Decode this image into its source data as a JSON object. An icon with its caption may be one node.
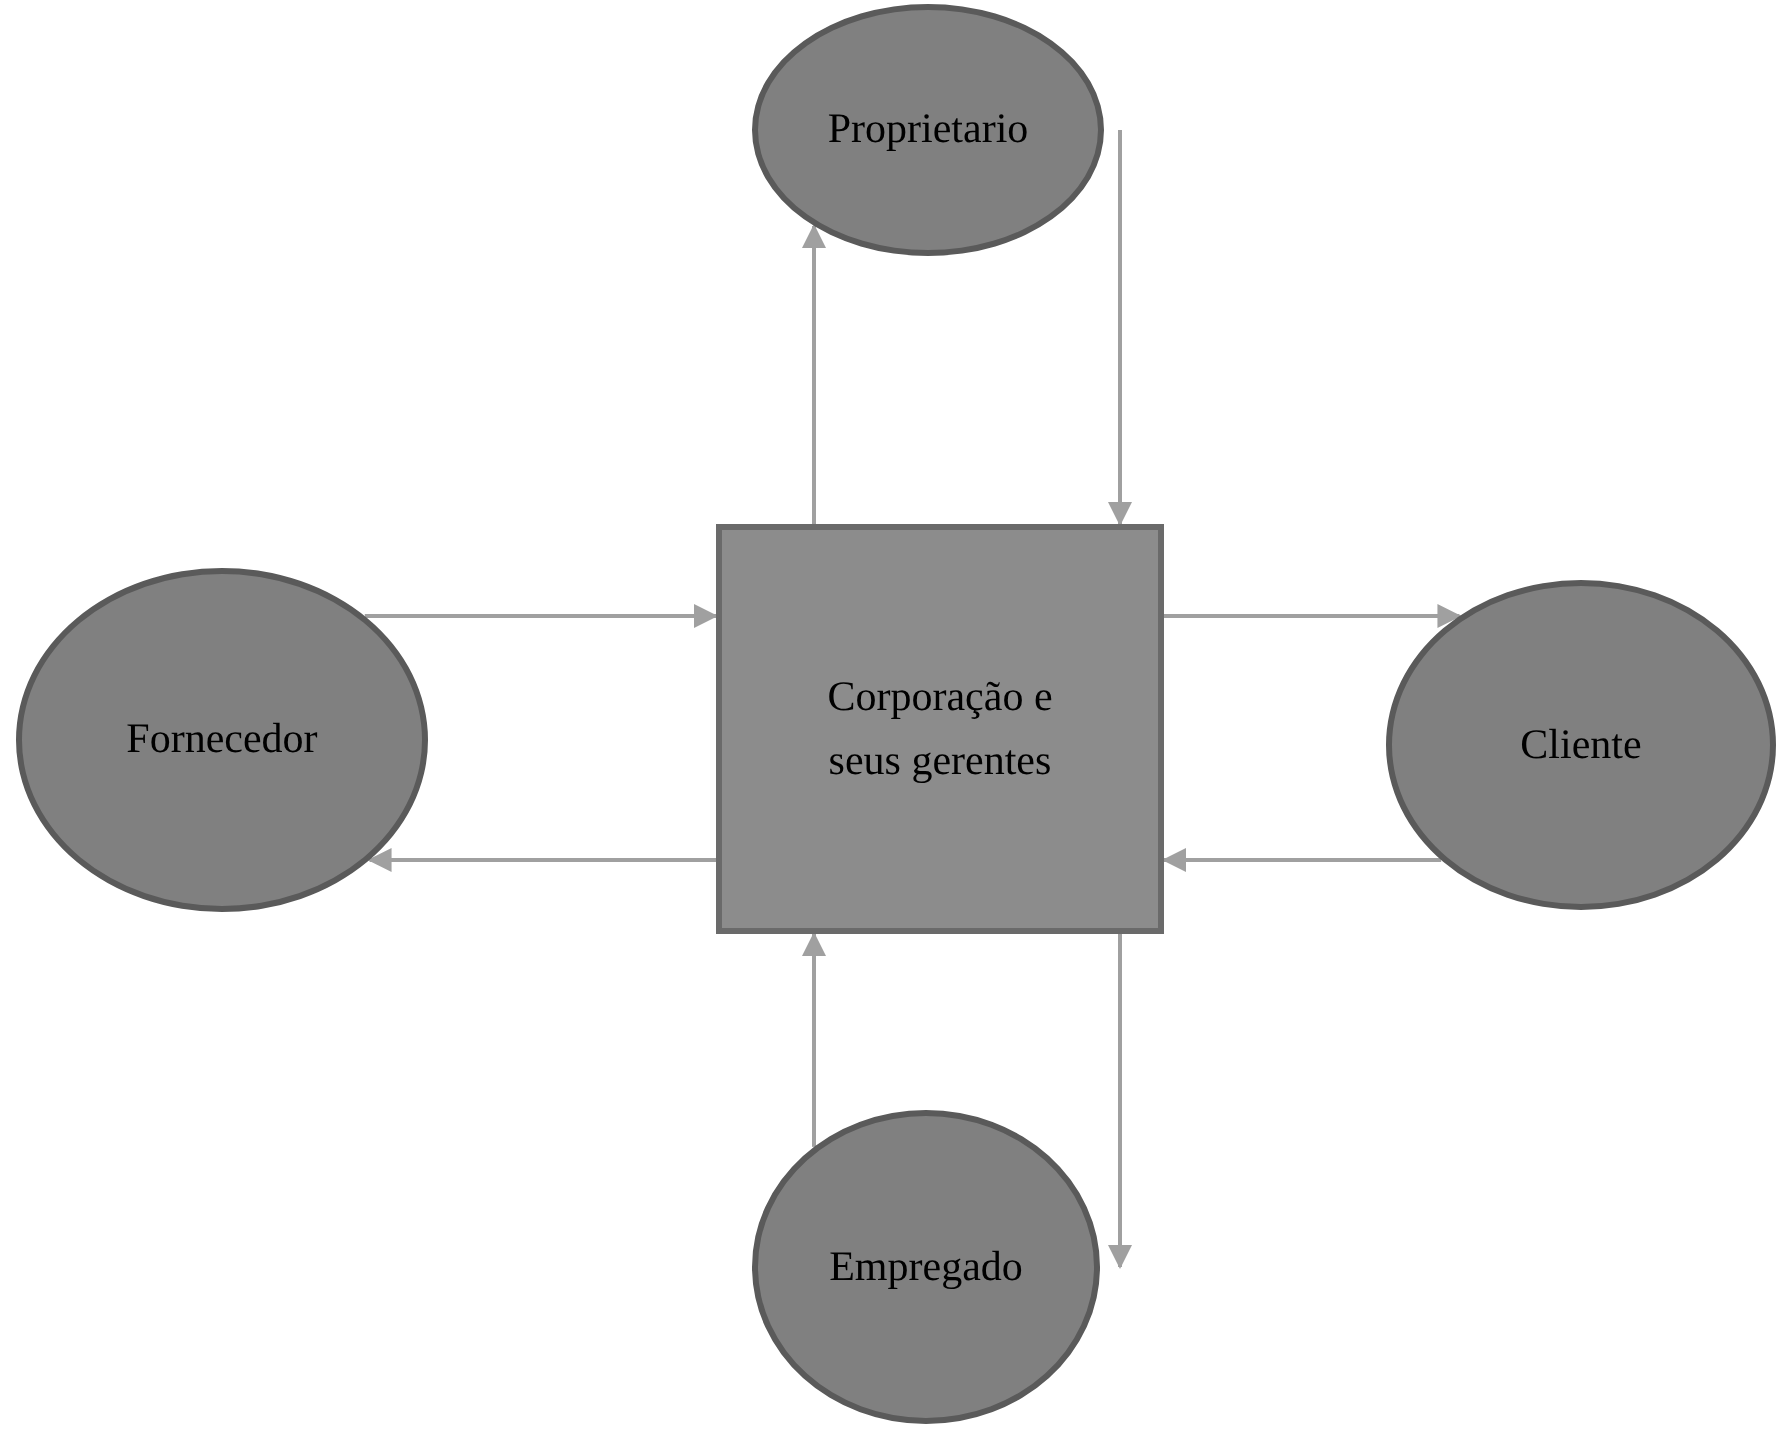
{
  "diagram": {
    "nodes": [
      {
        "text": [
          "Proprietario"
        ]
      },
      {
        "text": [
          "Fornecedor"
        ]
      },
      {
        "text": [
          "Corporação e seus gerentes"
        ]
      },
      {
        "text": [
          "Cliente"
        ]
      },
      {
        "text": [
          "Empregado"
        ]
      }
    ],
    "edges": [
      {
        "from": 2,
        "to": 0,
        "arrow": "to"
      },
      {
        "from": 0,
        "to": 2,
        "arrow": "to"
      },
      {
        "from": 1,
        "to": 2,
        "arrow": "to"
      },
      {
        "from": 2,
        "to": 1,
        "arrow": "to"
      },
      {
        "from": 2,
        "to": 3,
        "arrow": "to"
      },
      {
        "from": 3,
        "to": 2,
        "arrow": "to"
      },
      {
        "from": 2,
        "to": 4,
        "arrow": "to"
      },
      {
        "from": 4,
        "to": 2,
        "arrow": "to"
      }
    ]
  }
}
